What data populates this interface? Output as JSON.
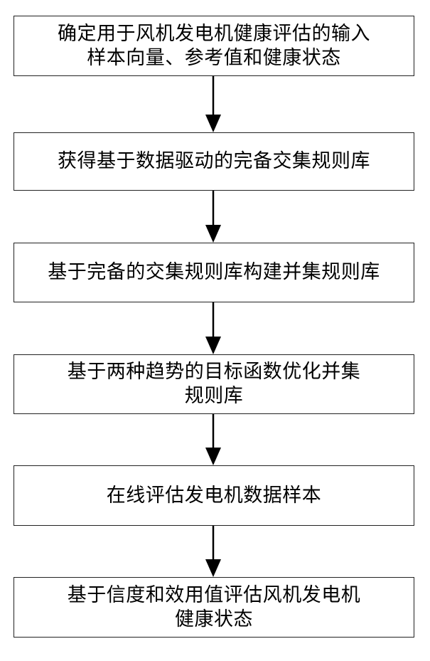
{
  "steps": [
    {
      "text": "确定用于风机发电机健康评估的输入\n样本向量、参考值和健康状态"
    },
    {
      "text": "获得基于数据驱动的完备交集规则库"
    },
    {
      "text": "基于完备的交集规则库构建并集规则库"
    },
    {
      "text": "基于两种趋势的目标函数优化并集\n规则库"
    },
    {
      "text": "在线评估发电机数据样本"
    },
    {
      "text": "基于信度和效用值评估风机发电机\n健康状态"
    }
  ],
  "colors": {
    "border": "#222222",
    "arrow": "#000000"
  }
}
